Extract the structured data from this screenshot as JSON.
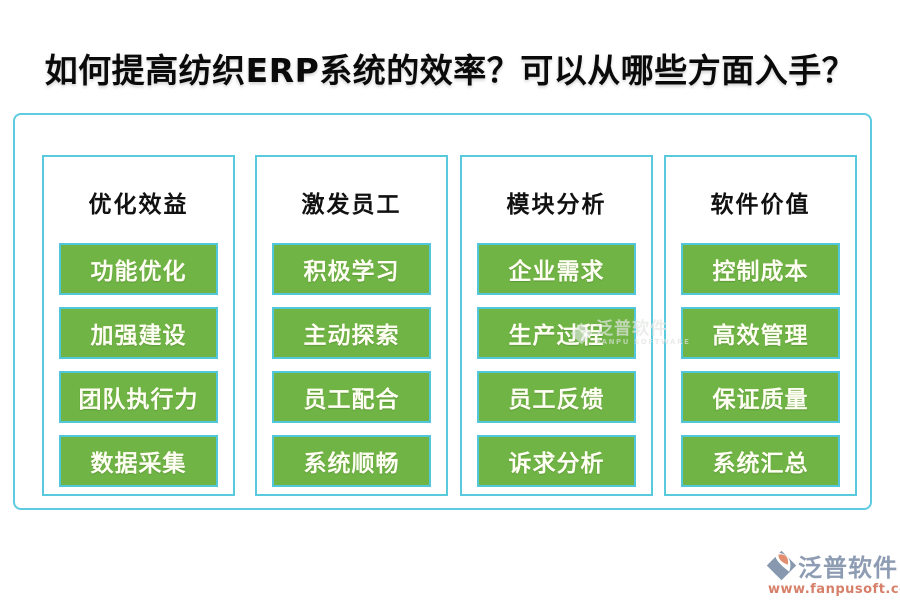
{
  "title": "如何提高纺织ERP系统的效率？可以从哪些方面入手？",
  "columns": [
    {
      "header": "优化效益",
      "items": [
        "功能优化",
        "加强建设",
        "团队执行力",
        "数据采集"
      ]
    },
    {
      "header": "激发员工",
      "items": [
        "积极学习",
        "主动探索",
        "员工配合",
        "系统顺畅"
      ]
    },
    {
      "header": "模块分析",
      "items": [
        "企业需求",
        "生产过程",
        "员工反馈",
        "诉求分析"
      ]
    },
    {
      "header": "软件价值",
      "items": [
        "控制成本",
        "高效管理",
        "保证质量",
        "系统汇总"
      ]
    }
  ],
  "watermark": {
    "name": "泛普软件",
    "subtitle": "FANPU SOFTWARE"
  },
  "footer_logo": {
    "name": "泛普软件",
    "url": "www.fanpusoft.com"
  },
  "colors": {
    "item_green": "#6fb445",
    "border_cyan": "#59c9de",
    "item_border_cyan": "#52c6db",
    "title_black": "#0a0a0a",
    "button_text": "#fffef2",
    "logo_blue_gray": "#8494ad",
    "logo_orange": "#d3755d"
  }
}
